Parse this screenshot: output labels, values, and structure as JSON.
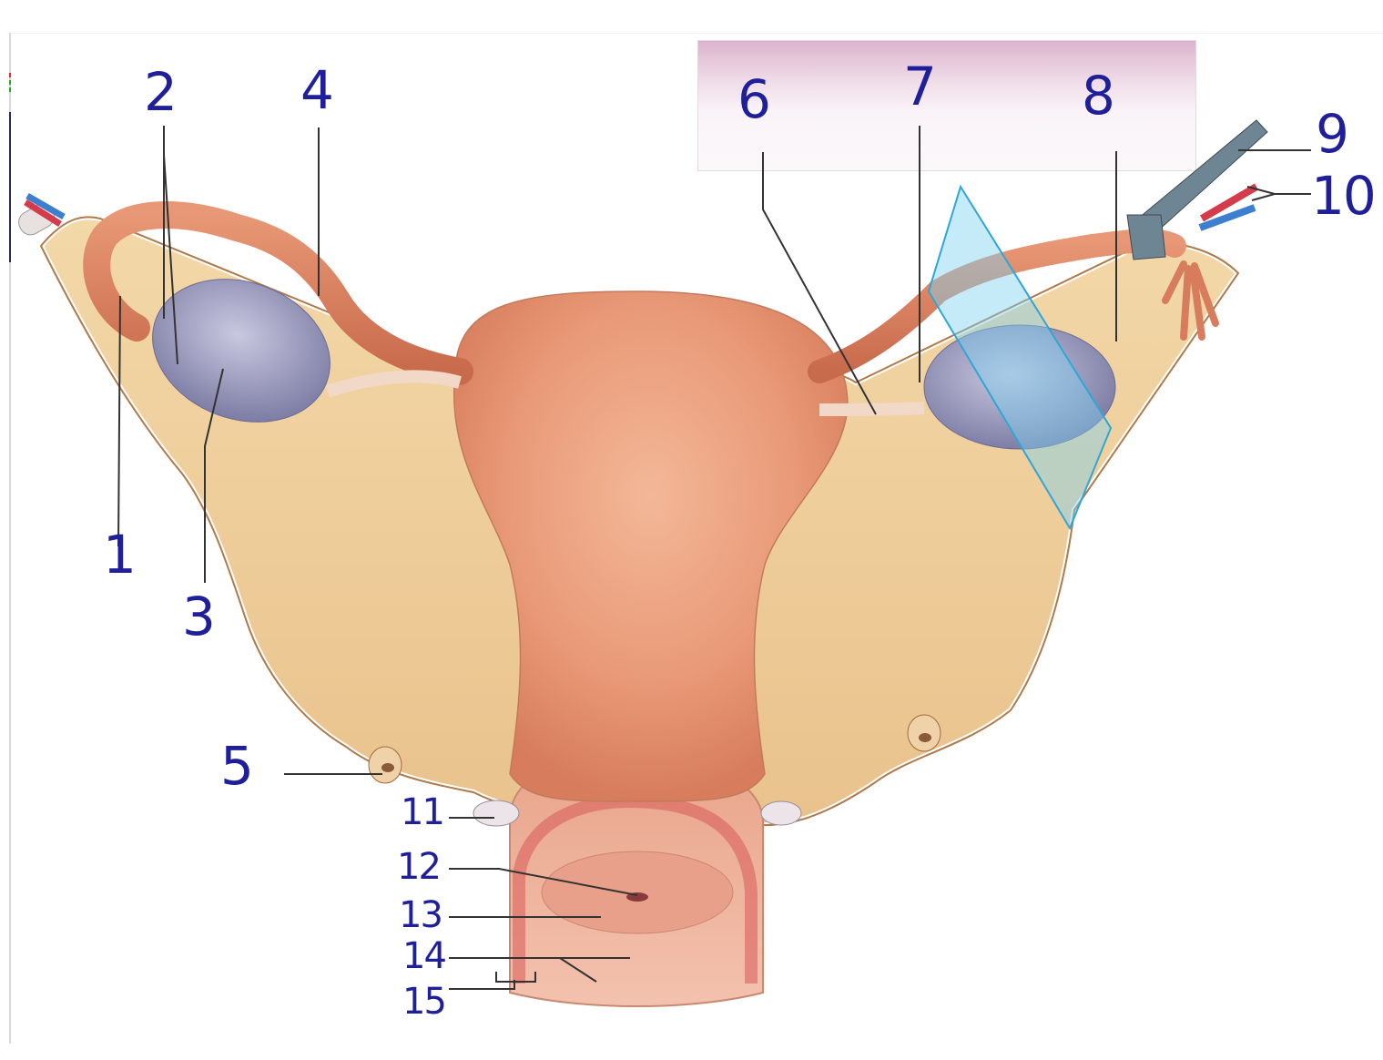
{
  "diagram": {
    "subject": "Female reproductive organs (posterior view): uterus, uterine tubes, ovaries, broad ligament, cervix and vagina",
    "label_color": "#1f1f9a",
    "banner_color": "#dcb2ce",
    "labels": [
      {
        "id": "1",
        "text": "1"
      },
      {
        "id": "2",
        "text": "2"
      },
      {
        "id": "3",
        "text": "3"
      },
      {
        "id": "4",
        "text": "4"
      },
      {
        "id": "5",
        "text": "5"
      },
      {
        "id": "6",
        "text": "6"
      },
      {
        "id": "7",
        "text": "7"
      },
      {
        "id": "8",
        "text": "8"
      },
      {
        "id": "9",
        "text": "9"
      },
      {
        "id": "10",
        "text": "10"
      },
      {
        "id": "11",
        "text": "11"
      },
      {
        "id": "12",
        "text": "12"
      },
      {
        "id": "13",
        "text": "13"
      },
      {
        "id": "14",
        "text": "14"
      },
      {
        "id": "15",
        "text": "15"
      }
    ]
  }
}
